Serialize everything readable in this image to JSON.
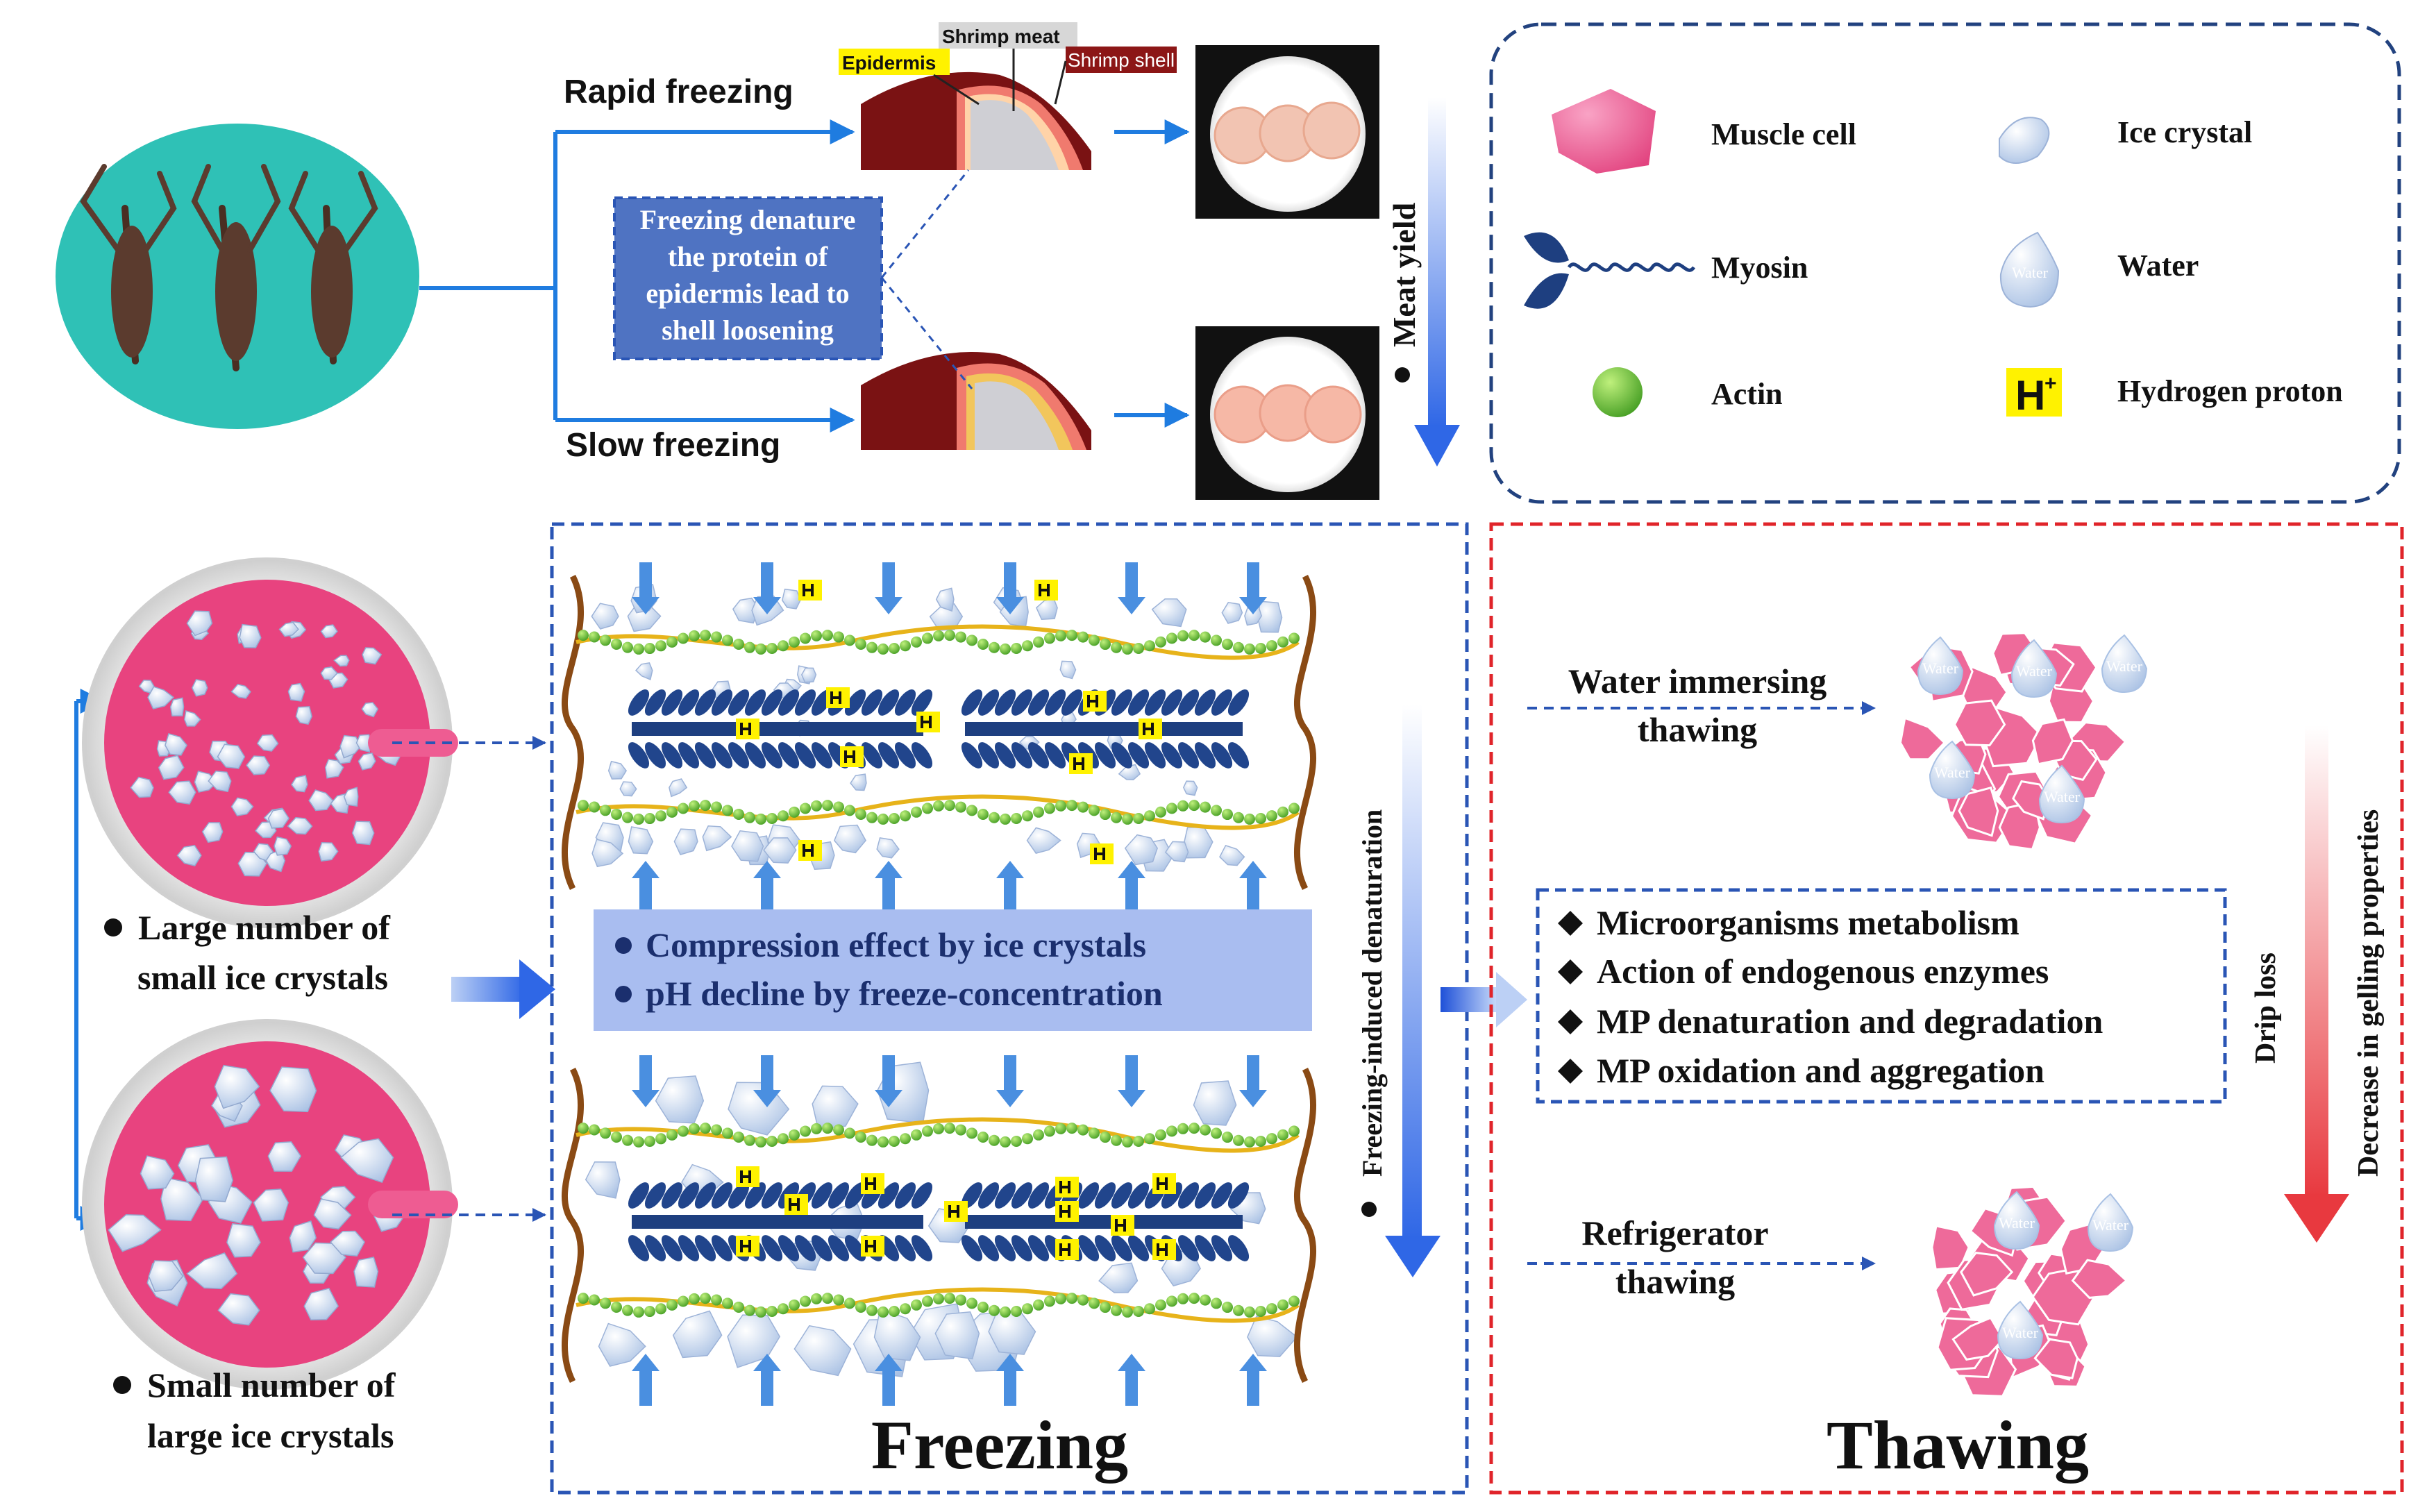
{
  "top": {
    "rapid_freezing": "Rapid freezing",
    "slow_freezing": "Slow freezing",
    "shrimp_meat": "Shrimp meat",
    "epidermis": "Epidermis",
    "shrimp_shell": "Shrimp shell",
    "freezing_note": [
      "Freezing denature",
      "the protein of",
      "epidermis lead to",
      "shell loosening"
    ],
    "meat_yield": "Meat yield"
  },
  "legend": {
    "muscle_cell": "Muscle cell",
    "ice_crystal": "Ice crystal",
    "myosin": "Myosin",
    "water": "Water",
    "actin": "Actin",
    "hydrogen_proton": "Hydrogen proton",
    "water_glyph": "Water",
    "h_glyph": "H",
    "h_sup": "+"
  },
  "left": {
    "large_number": [
      "Large number of",
      "small ice crystals"
    ],
    "small_number": [
      "Small number of",
      "large ice crystals"
    ]
  },
  "freezing": {
    "effects": [
      "Compression effect by  ice crystals",
      "pH decline by freeze-concentration"
    ],
    "denaturation": "Freezing-induced denaturation",
    "title": "Freezing"
  },
  "thawing": {
    "water_immersing": [
      "Water immersing",
      "thawing"
    ],
    "refrigerator": [
      "Refrigerator",
      "thawing"
    ],
    "factors": [
      "Microorganisms metabolism",
      "Action of endogenous enzymes",
      "MP denaturation and degradation",
      "MP oxidation and aggregation"
    ],
    "drip_loss": "Drip loss",
    "gelling": "Decrease in gelling properties",
    "title": "Thawing",
    "water_cell": "Water"
  },
  "colors": {
    "blue_line": "#1f7ce0",
    "dashed_blue": "#2a55b5",
    "dashed_red": "#e0242a",
    "muscle_pink": "#ee5c92",
    "ice_blue": "#cfdcef",
    "myosin_navy": "#1e3f80",
    "note_blue": "#4f73c2",
    "effects_blue": "#a9bdf0"
  }
}
